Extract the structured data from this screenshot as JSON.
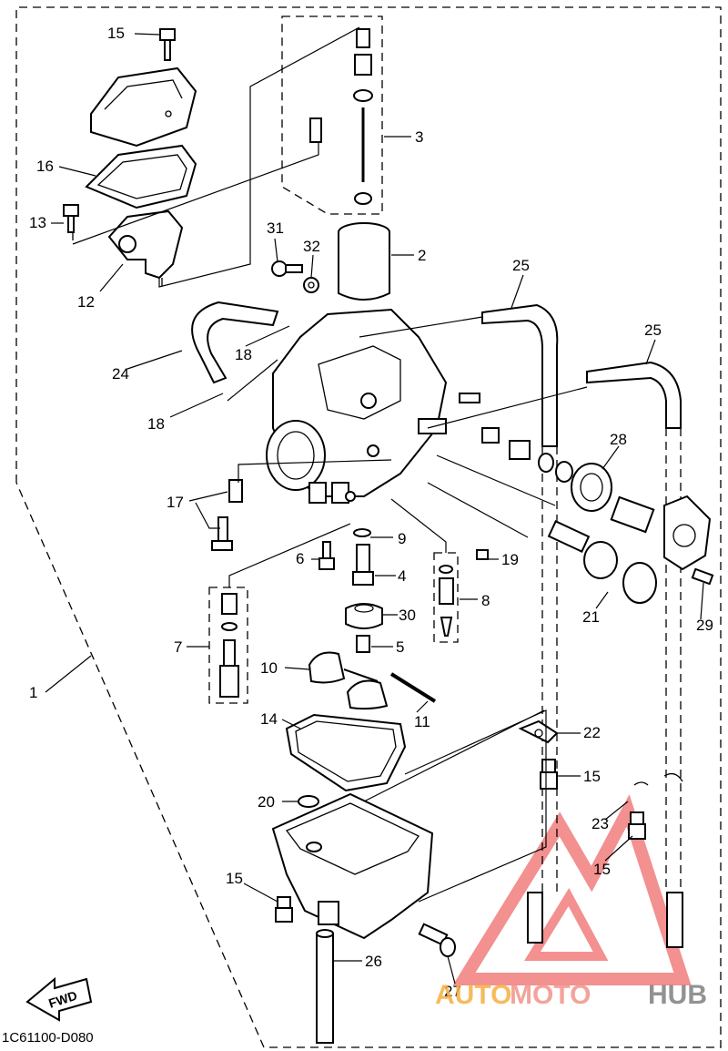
{
  "diagram": {
    "part_labels": {
      "p1": "1",
      "p2": "2",
      "p3": "3",
      "p4": "4",
      "p5": "5",
      "p6": "6",
      "p7": "7",
      "p8": "8",
      "p9": "9",
      "p10": "10",
      "p11": "11",
      "p12": "12",
      "p13": "13",
      "p14": "14",
      "p15a": "15",
      "p15b": "15",
      "p15c": "15",
      "p15d": "15",
      "p16": "16",
      "p17": "17",
      "p18a": "18",
      "p18b": "18",
      "p19": "19",
      "p20": "20",
      "p21": "21",
      "p22": "22",
      "p23": "23",
      "p24": "24",
      "p25a": "25",
      "p25b": "25",
      "p26": "26",
      "p27": "27",
      "p28": "28",
      "p29": "29",
      "p30": "30",
      "p31": "31",
      "p32": "32"
    },
    "diagram_code": "1C61100-D080",
    "fwd_label": "FWD"
  },
  "watermark": {
    "text_part1": "AUTO",
    "text_part2": "MOTO",
    "text_part3": "HUB",
    "colors": {
      "auto": "#f5b041",
      "moto": "#f1948a",
      "hub": "#808080",
      "logo": "#ef6b6b"
    }
  }
}
